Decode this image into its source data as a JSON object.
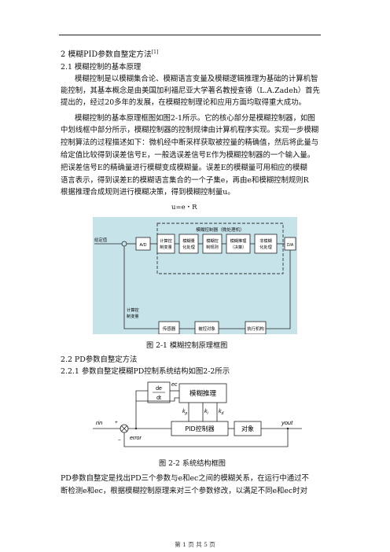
{
  "doc": {
    "heading1": "2  模糊PID参数自整定方法",
    "heading1_ref": "[1]",
    "heading2_1": "2.1 模糊控制的基本原理",
    "p1": [
      "模糊控制是以模糊集合论、模糊语言变量及模糊逻辑推理为基础的计算机智",
      "能控制，其基本概念是由美国加利福尼亚大学著名教授查德（L.A.Zadeh）首先",
      "提出的，经过20多年的发展，在模糊控制理论和应用方面均取得重大成功。"
    ],
    "p2": [
      "模糊控制的基本原理框图如图2-1所示。它的核心部分是模糊控制器，如图",
      "中划线框中部分所示，模糊控制器的控制规律由计算机程序实现。实现一步模糊",
      "控制算法的过程描述如下：微机经中断采样获取被控量的精确值，然后将此量与",
      "给定值比较得到误差信号E，一般选误差信号E作为模糊控制器的一个输入量。",
      "把误差信号E的精确量进行模糊变成模糊量。误差E的模糊量可用相应的模糊",
      "语言表示，得到误差E的模糊语言集合的一个子集e，再由e和模糊控制规则R",
      "根据推理合成规则进行模糊决策，得到模糊控制量u。"
    ],
    "formula": "u=e・R",
    "fig1": {
      "title": "模糊控制器（微处理机）",
      "setpoint": "给定值",
      "ad": "A/D",
      "calc1": [
        "计算控",
        "制变量"
      ],
      "fuzz": [
        "模糊量",
        "化处理"
      ],
      "rule": [
        "模糊控",
        "制规则"
      ],
      "infer": [
        "模糊推理",
        "（决策）"
      ],
      "defuzz": [
        "非模糊",
        "化处理"
      ],
      "da": "D/A",
      "calc2": [
        "计算控",
        "制变量"
      ],
      "sensor": "传感器",
      "plant": "被控对象",
      "actuator": "执行机构",
      "caption": "图 2-1    模糊控制原理框图"
    },
    "heading2_2": "2.2 PD参数自整定方法",
    "heading3_1": "2.2.1  参数自整定模糊PD控制系统结构如图2-2所示",
    "fig2": {
      "de": "de",
      "dt": "dt",
      "ec": "ec",
      "fuzzy": "模糊推理",
      "kp": "k",
      "kp_sub": "p",
      "ki": "k",
      "ki_sub": "i",
      "kd": "k",
      "kd_sub": "d",
      "rin": "rin",
      "plus": "+",
      "minus": "−",
      "error": "error",
      "pid": "PID控制器",
      "plant": "对象",
      "yout": "yout",
      "caption": "图 2-2    系统结构框图"
    },
    "p3": [
      "PD参数自整定是找出PD三个参数与e和ec之间的模糊关系，在运行中通过不",
      "断检测e和ec，根据模糊控制原理来对三个参数修改，以满足不同e和ec时对"
    ],
    "footer": "第 1 页 共 5 页"
  }
}
